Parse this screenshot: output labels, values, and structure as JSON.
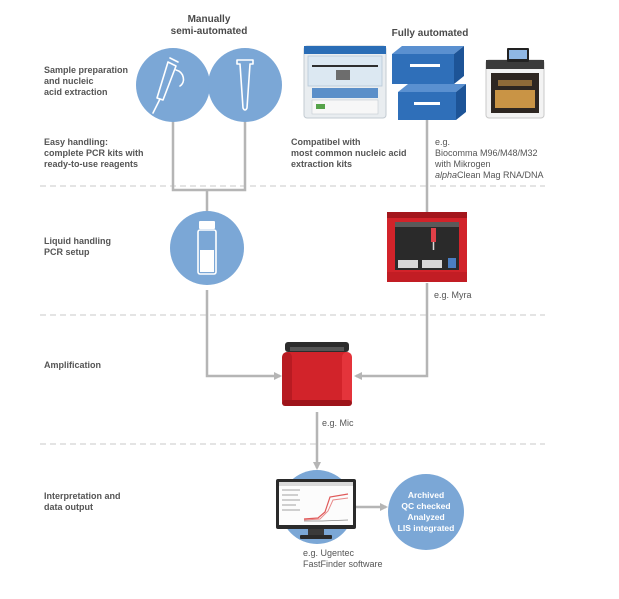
{
  "columns": {
    "manual": "Manually\nsemi-automated",
    "automated": "Fully automated"
  },
  "stages": {
    "extraction": "Sample preparation\nand nucleic\nacid extraction",
    "easy_handling": "Easy handling:\ncomplete PCR kits with\nready-to-use reagents",
    "liquid_handling": "Liquid handling\nPCR setup",
    "amplification": "Amplification",
    "interpretation": "Interpretation and\ndata output"
  },
  "notes": {
    "compatible": "Compatibel with\nmost common nucleic acid\nextraction kits",
    "biocomma": "e.g.\nBiocomma M96/M48/M32\nwith Mikrogen",
    "biocomma_italic": "alpha",
    "biocomma_rest": "Clean Mag RNA/DNA",
    "myra": "e.g. Myra",
    "mic": "e.g. Mic",
    "ugentec": "e.g. Ugentec\nFastFinder software"
  },
  "output_badge": [
    "Archived",
    "QC checked",
    "Analyzed",
    "LIS integrated"
  ],
  "colors": {
    "circle": "#7ba7d6",
    "connector": "#b5b5b5",
    "separator": "#c9c9c9",
    "device_red": "#d2232a"
  },
  "icons": [
    "pipette-icon",
    "tube-icon",
    "vial-icon",
    "extraction-robot-icon",
    "biocomma-box-icon",
    "extraction-instrument-icon",
    "myra-robot-icon",
    "mic-cycler-icon",
    "monitor-software-icon"
  ]
}
